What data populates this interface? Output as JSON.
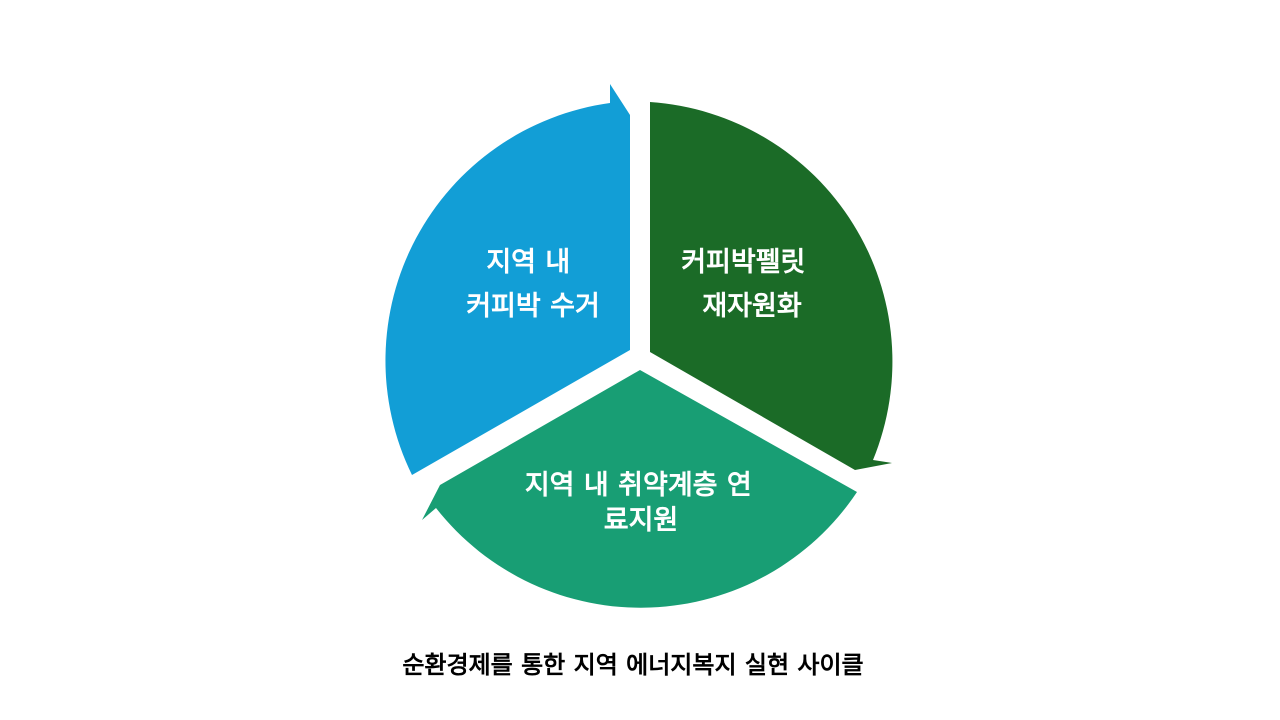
{
  "cycle": {
    "segments": [
      {
        "id": "collect",
        "lines": [
          "지역 내",
          "커피박 수거"
        ],
        "color": "#129ED6"
      },
      {
        "id": "recycle",
        "lines": [
          "커피박펠릿",
          "재자원화"
        ],
        "color": "#1B6B27"
      },
      {
        "id": "support",
        "lines": [
          "지역 내 취약계층 연",
          "료지원"
        ],
        "color": "#189E74"
      }
    ]
  },
  "caption": "순환경제를 통한 지역 에너지복지 실현 사이클"
}
